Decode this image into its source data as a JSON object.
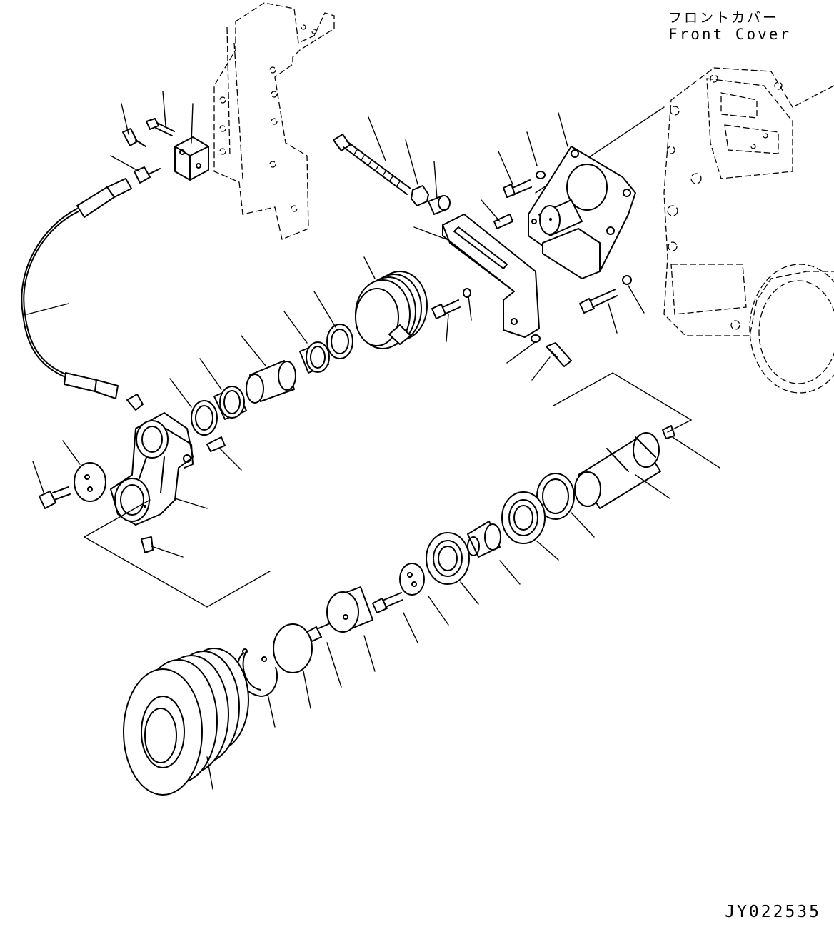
{
  "diagram": {
    "callout_jp": "フロントカバー",
    "callout_en": "Front Cover",
    "figure_id": "JY022535"
  }
}
